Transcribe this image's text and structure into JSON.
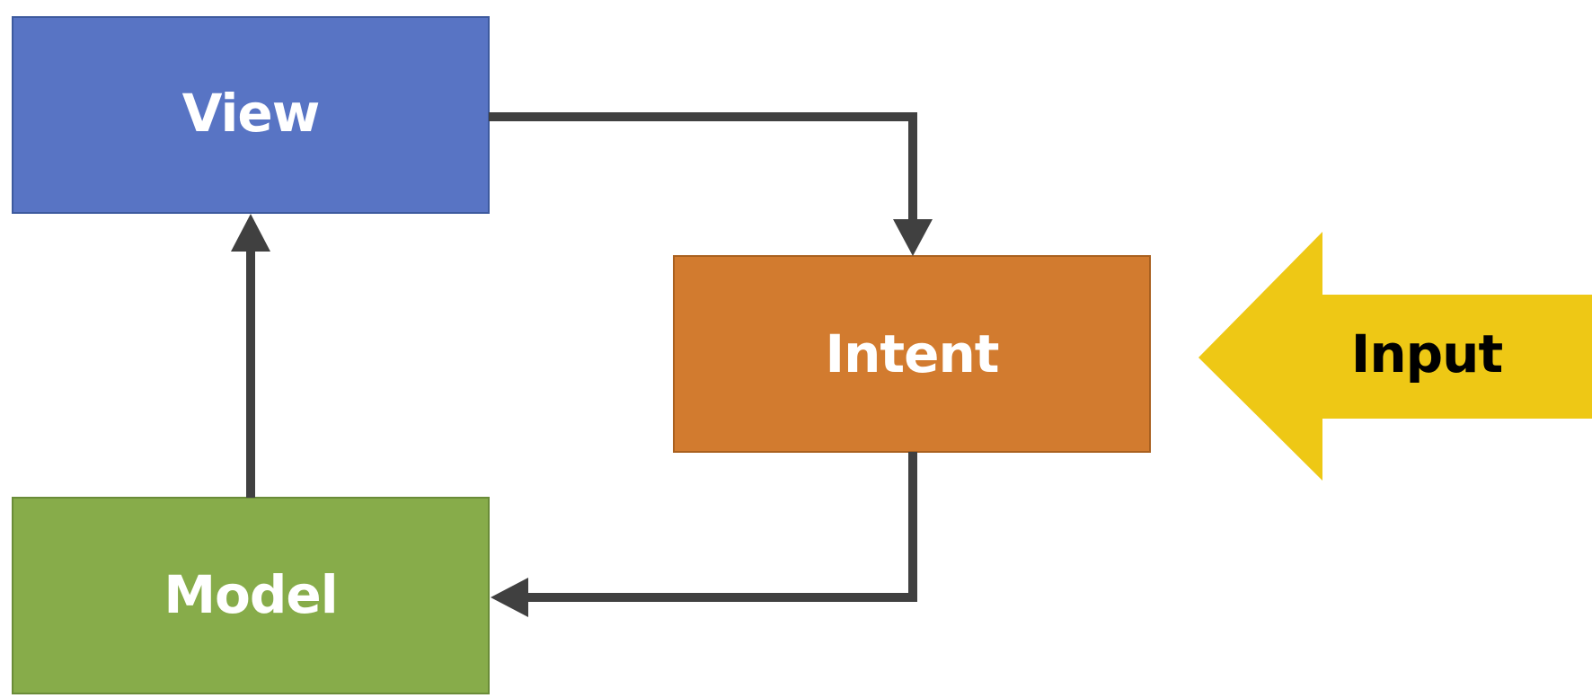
{
  "nodes": {
    "view": {
      "label": "View",
      "fill": "#5874C4",
      "stroke": "#3D5A9E",
      "text_color": "#FFFFFF"
    },
    "intent": {
      "label": "Intent",
      "fill": "#D27B2F",
      "stroke": "#A9601F",
      "text_color": "#FFFFFF"
    },
    "model": {
      "label": "Model",
      "fill": "#87AC4A",
      "stroke": "#6A8C38",
      "text_color": "#FFFFFF"
    },
    "input": {
      "label": "Input",
      "fill": "#EEC815",
      "text_color": "#000000"
    }
  },
  "edges": [
    {
      "from": "View",
      "to": "Intent"
    },
    {
      "from": "Intent",
      "to": "Model"
    },
    {
      "from": "Model",
      "to": "View"
    },
    {
      "from": "Input",
      "to": "Intent"
    }
  ],
  "connector_color": "#404040"
}
